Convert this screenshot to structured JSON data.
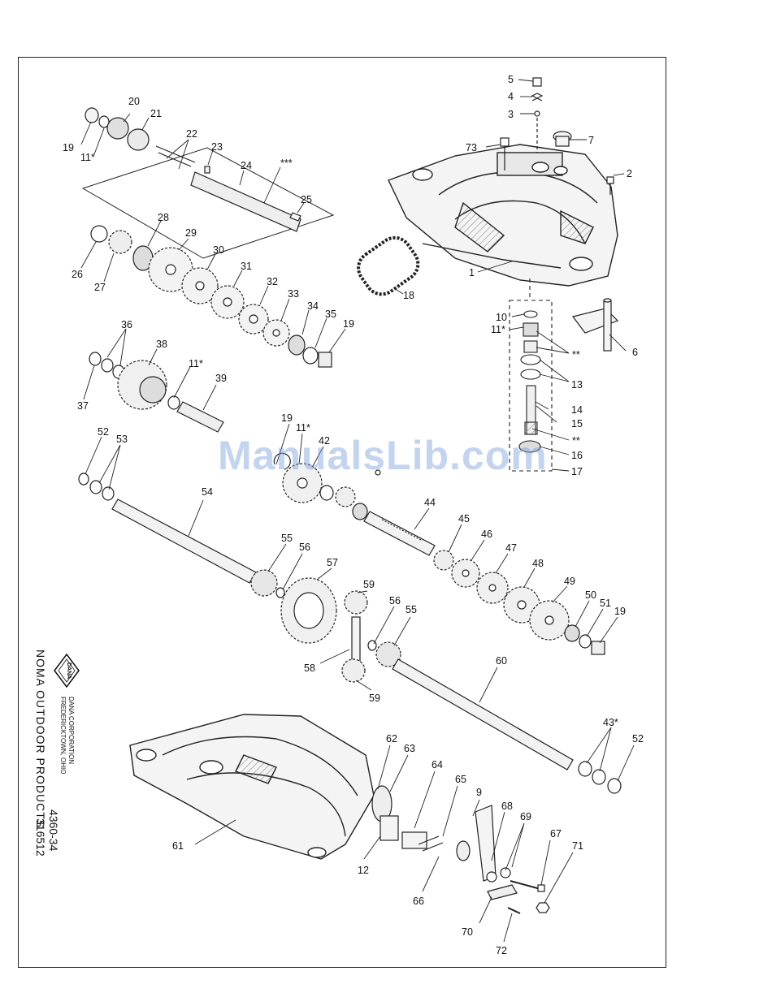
{
  "document": {
    "watermark": "ManualsLib.com",
    "manufacturer_block": {
      "logo_text": "DANA",
      "corp_line1": "DANA CORPORATION",
      "corp_line2": "FREDERICKTOWN, OHIO",
      "product_line": "NOMA OUTDOOR PRODUCTS",
      "model_number": "4360-34",
      "part_number": "316512"
    },
    "part_labels": {
      "p1": "1",
      "p2": "2",
      "p3": "3",
      "p4": "4",
      "p5": "5",
      "p6": "6",
      "p7": "7",
      "p9": "9",
      "p10": "10",
      "p11a": "11*",
      "p11b": "11*",
      "p11c": "11*",
      "p11d": "11*",
      "p12": "12",
      "p13": "13",
      "p14": "14",
      "p15": "15",
      "p16": "16",
      "p17": "17",
      "p18": "18",
      "p19a": "19",
      "p19b": "19",
      "p19c": "19",
      "p19d": "19",
      "p20": "20",
      "p21": "21",
      "p22": "22",
      "p23": "23",
      "p24": "24",
      "p25": "25",
      "p26": "26",
      "p27": "27",
      "p28": "28",
      "p29": "29",
      "p30": "30",
      "p31": "31",
      "p32": "32",
      "p33": "33",
      "p34": "34",
      "p35": "35",
      "p36": "36",
      "p37": "37",
      "p38": "38",
      "p39": "39",
      "p42": "42",
      "p43": "43*",
      "p44": "44",
      "p45": "45",
      "p46": "46",
      "p47": "47",
      "p48": "48",
      "p49": "49",
      "p50": "50",
      "p51": "51",
      "p52a": "52",
      "p52b": "52",
      "p53": "53",
      "p54": "54",
      "p55a": "55",
      "p55b": "55",
      "p56a": "56",
      "p56b": "56",
      "p57": "57",
      "p58": "58",
      "p59a": "59",
      "p59b": "59",
      "p60": "60",
      "p61": "61",
      "p62": "62",
      "p63": "63",
      "p64": "64",
      "p65": "65",
      "p66": "66",
      "p67": "67",
      "p68": "68",
      "p69": "69",
      "p70": "70",
      "p71": "71",
      "p72": "72",
      "p73": "73",
      "star3": "***",
      "star2a": "**",
      "star2b": "**"
    }
  }
}
